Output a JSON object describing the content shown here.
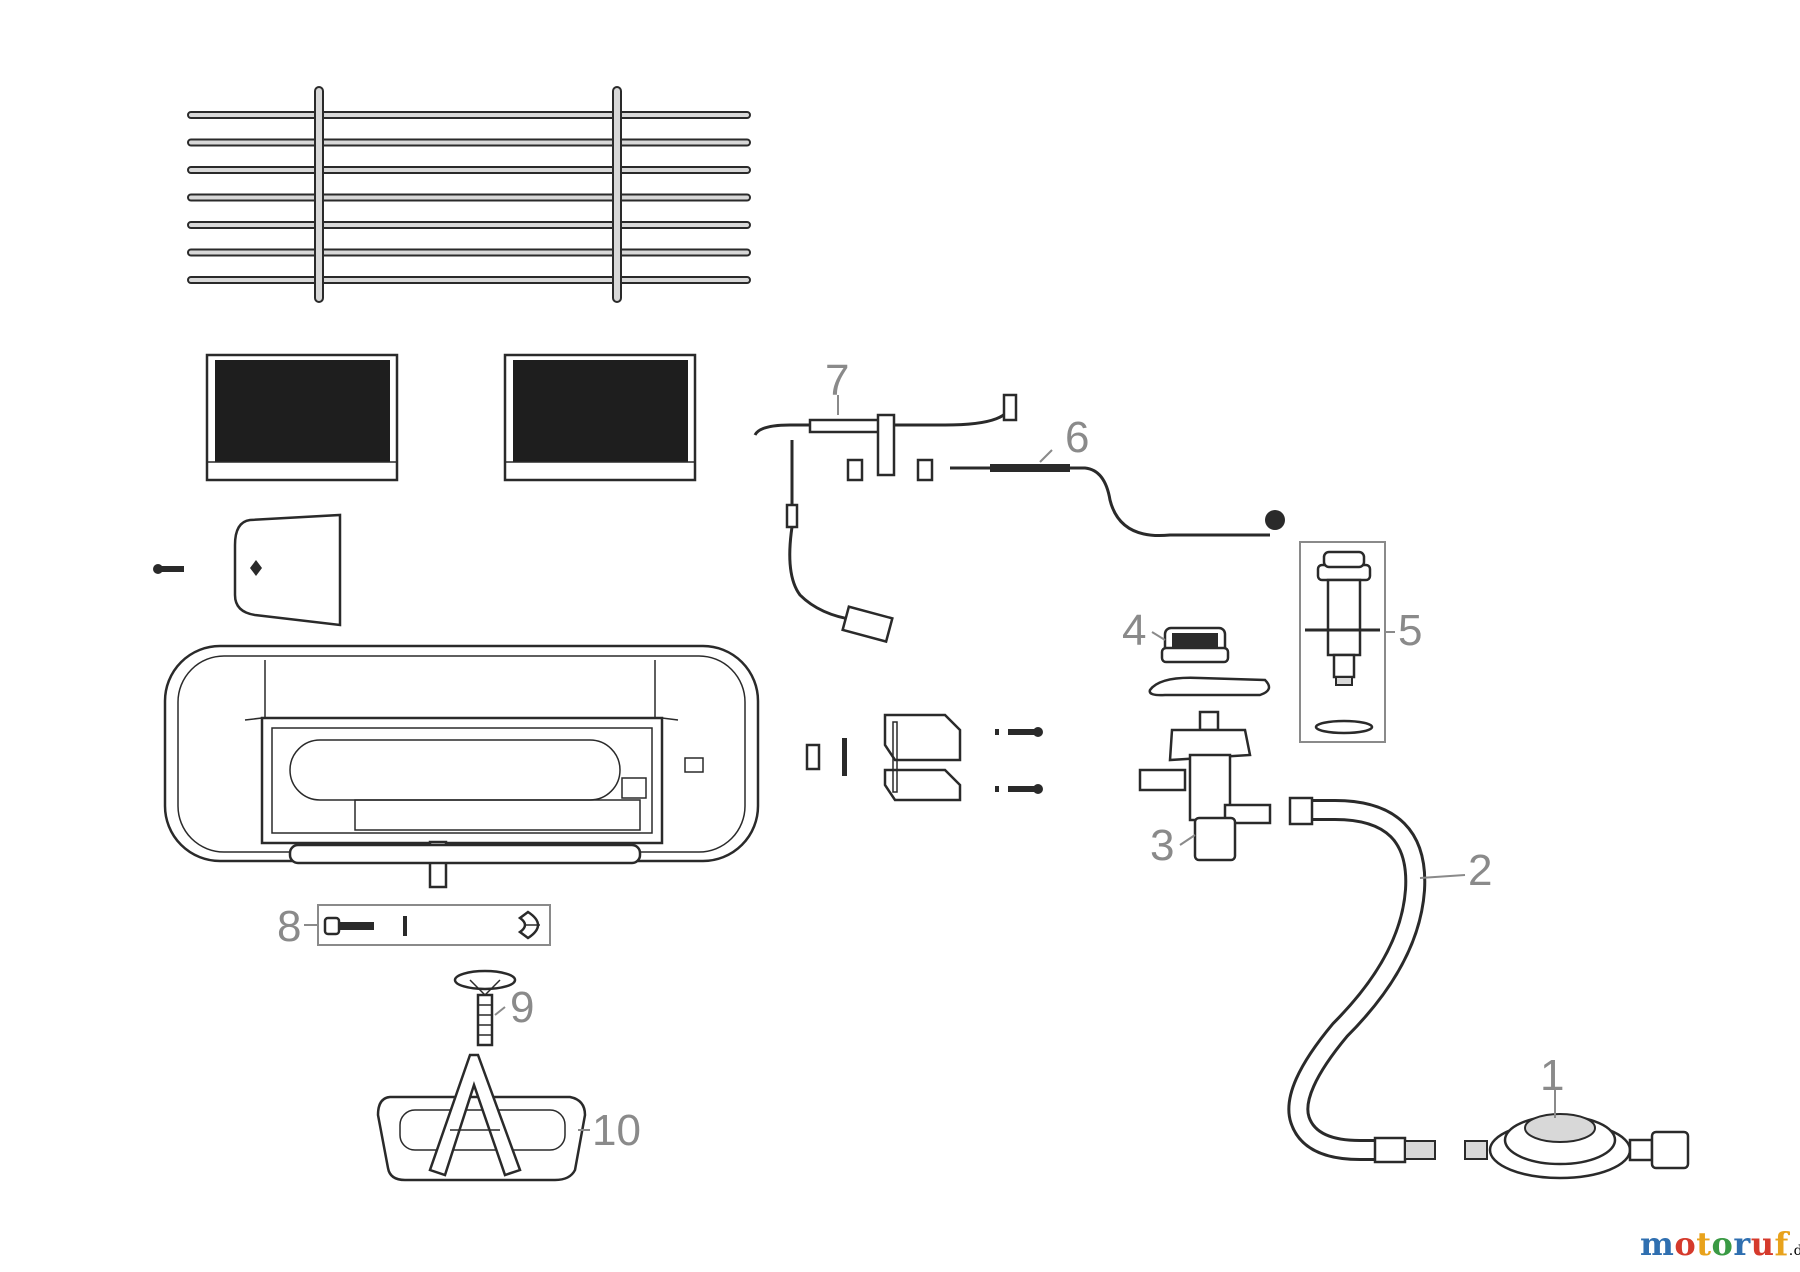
{
  "diagram": {
    "callouts": [
      {
        "id": "1",
        "label": "1"
      },
      {
        "id": "2",
        "label": "2"
      },
      {
        "id": "3",
        "label": "3"
      },
      {
        "id": "4",
        "label": "4"
      },
      {
        "id": "5",
        "label": "5"
      },
      {
        "id": "6",
        "label": "6"
      },
      {
        "id": "7",
        "label": "7"
      },
      {
        "id": "8",
        "label": "8"
      },
      {
        "id": "9",
        "label": "9"
      },
      {
        "id": "10",
        "label": "10"
      }
    ]
  },
  "watermark": {
    "letters": [
      "m",
      "o",
      "t",
      "o",
      "r",
      "u",
      "f"
    ],
    "colors": [
      "#2f6fb0",
      "#d53a2c",
      "#e8a21c",
      "#3a9a44",
      "#2f6fb0",
      "#d53a2c",
      "#e8a21c"
    ],
    "suffix": ".de"
  }
}
